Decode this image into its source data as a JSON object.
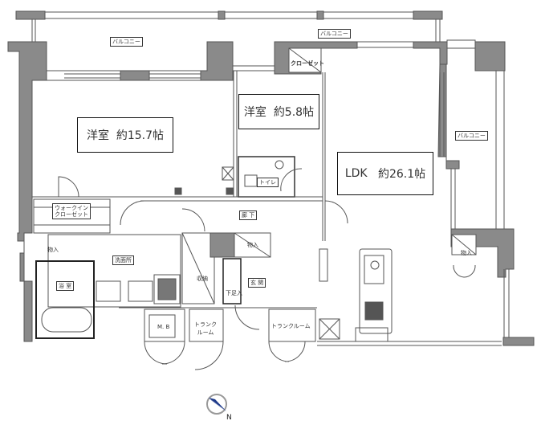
{
  "floorplan": {
    "colors": {
      "wall": "#8a8a8a",
      "wall_outline": "#555555",
      "line": "#444444",
      "compass_needle": "#1e3a8a"
    },
    "rooms": {
      "western_room_1": {
        "name": "洋室",
        "area": "約15.7帖"
      },
      "western_room_2": {
        "name": "洋室",
        "area": "約5.8帖"
      },
      "ldk": {
        "name": "LDK",
        "area": "約26.1帖"
      }
    },
    "labels": {
      "balcony_top_left": "バルコニー",
      "balcony_top_right": "バルコニー",
      "balcony_right": "バルコニー",
      "closet": "クローゼット",
      "walk_in_closet_line1": "ウォークイン",
      "walk_in_closet_line2": "クローゼット",
      "toilet": "トイレ",
      "washroom": "洗面所",
      "bathroom": "浴 室",
      "storage_left": "物入",
      "storage_hall": "物入",
      "storage_ldk": "物入",
      "corridor": "廊 下",
      "shoe_storage": "収納",
      "entrance": "玄 関",
      "shoe_box": "下足入",
      "mb": "M. B",
      "trunk_room_1_line1": "トランク",
      "trunk_room_1_line2": "ルーム",
      "trunk_room_2": "トランクルーム"
    },
    "compass": {
      "icon": "compass-north-icon"
    }
  }
}
